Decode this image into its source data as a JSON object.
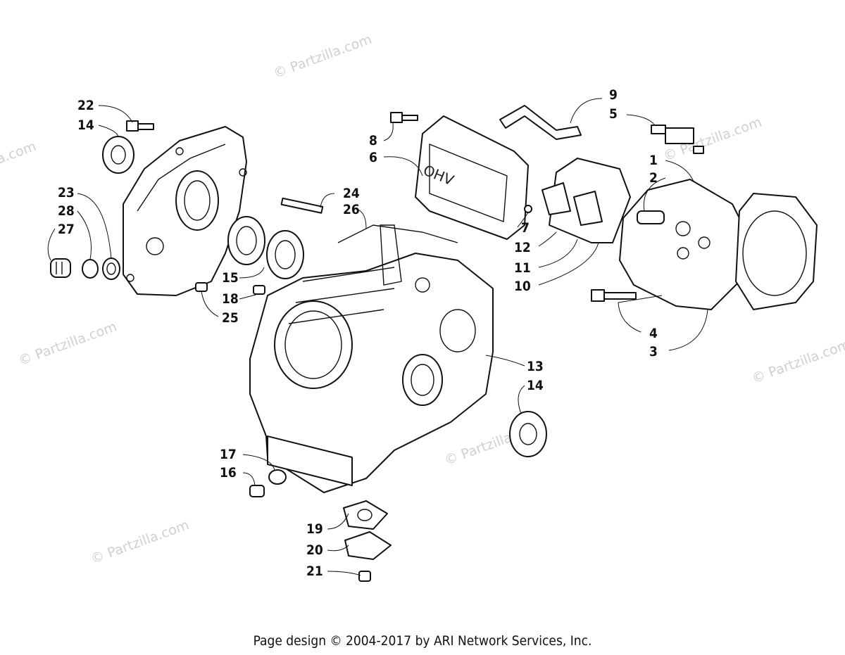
{
  "watermark": "© Partzilla.com",
  "footer": "Page design © 2004-2017 by ARI Network Services, Inc.",
  "callouts": [
    "22",
    "14",
    "23",
    "28",
    "27",
    "8",
    "6",
    "24",
    "26",
    "15",
    "18",
    "25",
    "9",
    "5",
    "1",
    "2",
    "7",
    "12",
    "11",
    "10",
    "4",
    "3",
    "13",
    "14",
    "17",
    "16",
    "19",
    "20",
    "21"
  ],
  "label_text": "OHV"
}
